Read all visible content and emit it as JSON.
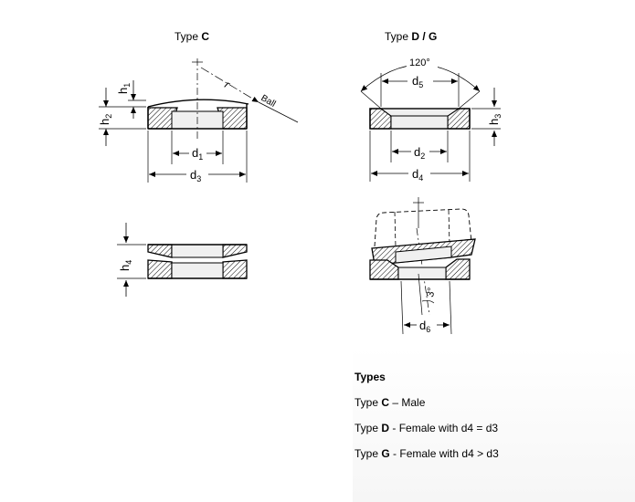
{
  "views": {
    "type_c": {
      "title_prefix": "Type ",
      "title_bold": "C",
      "labels": {
        "h1": "h",
        "h1_sub": "1",
        "h2": "h",
        "h2_sub": "2",
        "r": "r",
        "ball": "Ball",
        "d1": "d",
        "d1_sub": "1",
        "d3": "d",
        "d3_sub": "3",
        "h4": "h",
        "h4_sub": "4"
      }
    },
    "type_dg": {
      "title_prefix": "Type ",
      "title_bold": "D / G",
      "labels": {
        "angle": "120°",
        "d5": "d",
        "d5_sub": "5",
        "h3": "h",
        "h3_sub": "3",
        "d2": "d",
        "d2_sub": "2",
        "d4": "d",
        "d4_sub": "4",
        "tilt": "3°",
        "d6": "d",
        "d6_sub": "6"
      }
    }
  },
  "types_legend": {
    "heading": "Types",
    "items": [
      {
        "prefix": "Type ",
        "code": "C",
        "desc": " – Male"
      },
      {
        "prefix": "Type ",
        "code": "D",
        "desc": " - Female with d4 = d3"
      },
      {
        "prefix": "Type ",
        "code": "G",
        "desc": " - Female with d4 > d3"
      }
    ]
  }
}
